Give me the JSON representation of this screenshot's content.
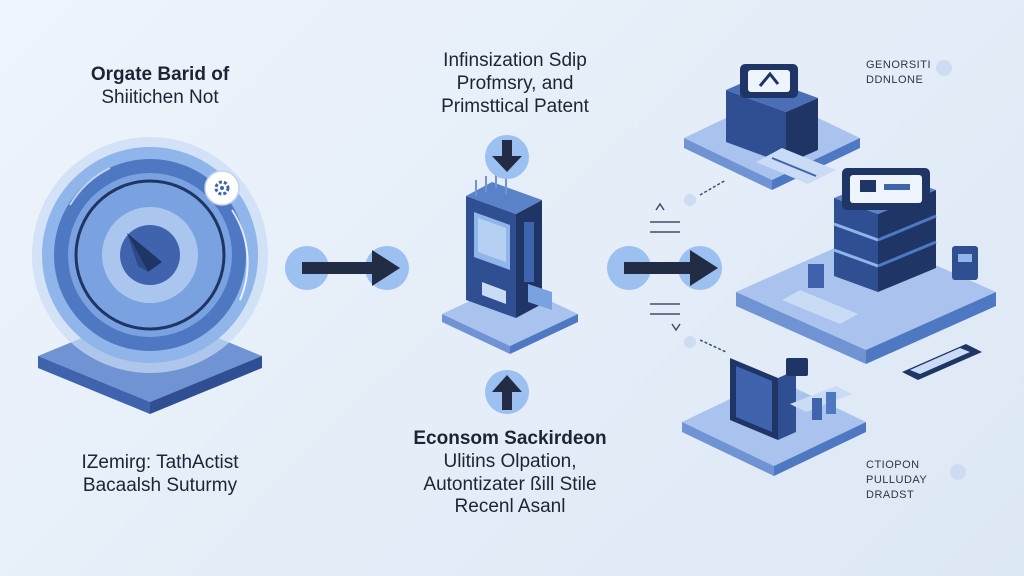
{
  "labels": {
    "left_top_line1": "Orgate Barid of",
    "left_top_line2": "Shiitichen Not",
    "center_top_line1": "Infinsization Sdip",
    "center_top_line2": "Profmsry, and",
    "center_top_line3": "Primsttical Patent",
    "left_bottom_line1": "IZemirg: TathActist",
    "left_bottom_line2": "Bacaalsh Suturmy",
    "center_bottom_line1": "Econsom Sackirdeon",
    "center_bottom_line2": "Ulitins Olpation,",
    "center_bottom_line3": "Autontizater ßill Stile",
    "center_bottom_line4": "Recenl Asanl",
    "right_top_line1": "GENORSITI",
    "right_top_line2": "DDNLONE",
    "right_bottom_line1": "CTIOPON",
    "right_bottom_line2": "PULLUDAY",
    "right_bottom_line3": "DRADST"
  },
  "colors": {
    "primary": "#3f63ad",
    "dark": "#1f3566",
    "arrow": "#222c44",
    "circle_bg": "#8fb5ea",
    "panel_light": "#b9cff0"
  },
  "icons": [
    "gauge-icon",
    "gear-icon",
    "arrow-right-icon",
    "arrow-down-icon",
    "arrow-up-icon",
    "vending-machine-icon",
    "server-stack-icon",
    "monitor-icon",
    "sync-arrows-icon"
  ]
}
